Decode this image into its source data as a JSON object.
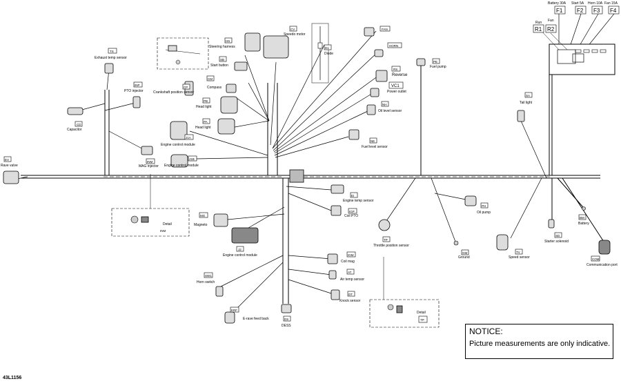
{
  "drawing_id": "43L1156",
  "notice": {
    "title": "NOTICE:",
    "text": "Picture measurements are only indicative."
  },
  "fuse_box": {
    "relays": [
      {
        "code": "R1",
        "label": "Run"
      },
      {
        "code": "R2",
        "label": "Fan"
      }
    ],
    "fuses": [
      {
        "code": "F1",
        "label": "Battery 30A"
      },
      {
        "code": "F2",
        "label": "Start 5A"
      },
      {
        "code": "F3",
        "label": "Horn 10A"
      },
      {
        "code": "F4",
        "label": "Fan 15A"
      }
    ]
  },
  "components": [
    {
      "code": "TS",
      "label": "Exhaust temp sensor"
    },
    {
      "code": "INP",
      "label": "PTO injector"
    },
    {
      "code": "CD",
      "label": "Capacitor"
    },
    {
      "code": "EV",
      "label": "Rave valve"
    },
    {
      "code": "INM",
      "label": "MAG injector"
    },
    {
      "code": "HS",
      "label": "Steering harness"
    },
    {
      "code": "SB",
      "label": "Start button"
    },
    {
      "code": "CM",
      "label": "Compass"
    },
    {
      "code": "CV",
      "label": "Speedo motor"
    },
    {
      "code": "D1",
      "label": "Diode"
    },
    {
      "code": "CP",
      "label": "Crankshaft position sensor"
    },
    {
      "code": "PB",
      "label": "Head light"
    },
    {
      "code": "PA",
      "label": "Head light"
    },
    {
      "code": "J1A",
      "label": "Engine control module"
    },
    {
      "code": "J1B",
      "label": "Engine control module"
    },
    {
      "code": "FAN",
      "label": ""
    },
    {
      "code": "HORN",
      "label": ""
    },
    {
      "code": "RS",
      "label": "Reverse"
    },
    {
      "code": "VC1",
      "label": "Power outlet"
    },
    {
      "code": "NH",
      "label": "Oil level sensor"
    },
    {
      "code": "NE",
      "label": "Fuel level sensor"
    },
    {
      "code": "PE",
      "label": "Fuel pump"
    },
    {
      "code": "SA",
      "label": "Tail light"
    },
    {
      "code": "EI",
      "label": "Engine temp sensor"
    },
    {
      "code": "IGP",
      "label": "Coil PTO"
    },
    {
      "code": "MG",
      "label": "Magneto"
    },
    {
      "code": "J2",
      "label": "Engine control module"
    },
    {
      "code": "IGM",
      "label": "Coil mag"
    },
    {
      "code": "AT",
      "label": "Air temp sensor"
    },
    {
      "code": "DT",
      "label": "Knock sensor"
    },
    {
      "code": "SW1",
      "label": "Horn switch"
    },
    {
      "code": "ERF",
      "label": "E-rave feed back"
    },
    {
      "code": "DS",
      "label": "DESS"
    },
    {
      "code": "TP",
      "label": "Throttle position sensor"
    },
    {
      "code": "PH",
      "label": "Oil pump"
    },
    {
      "code": "GM",
      "label": "Ground"
    },
    {
      "code": "TV",
      "label": "Speed sensor"
    },
    {
      "code": "SD",
      "label": "Starter solenoid"
    },
    {
      "code": "BM",
      "label": "Battery"
    },
    {
      "code": "COM",
      "label": "Communication port"
    }
  ],
  "details": [
    {
      "label": "Detail",
      "code": "INM"
    },
    {
      "label": "Detail",
      "code": "TP"
    }
  ]
}
